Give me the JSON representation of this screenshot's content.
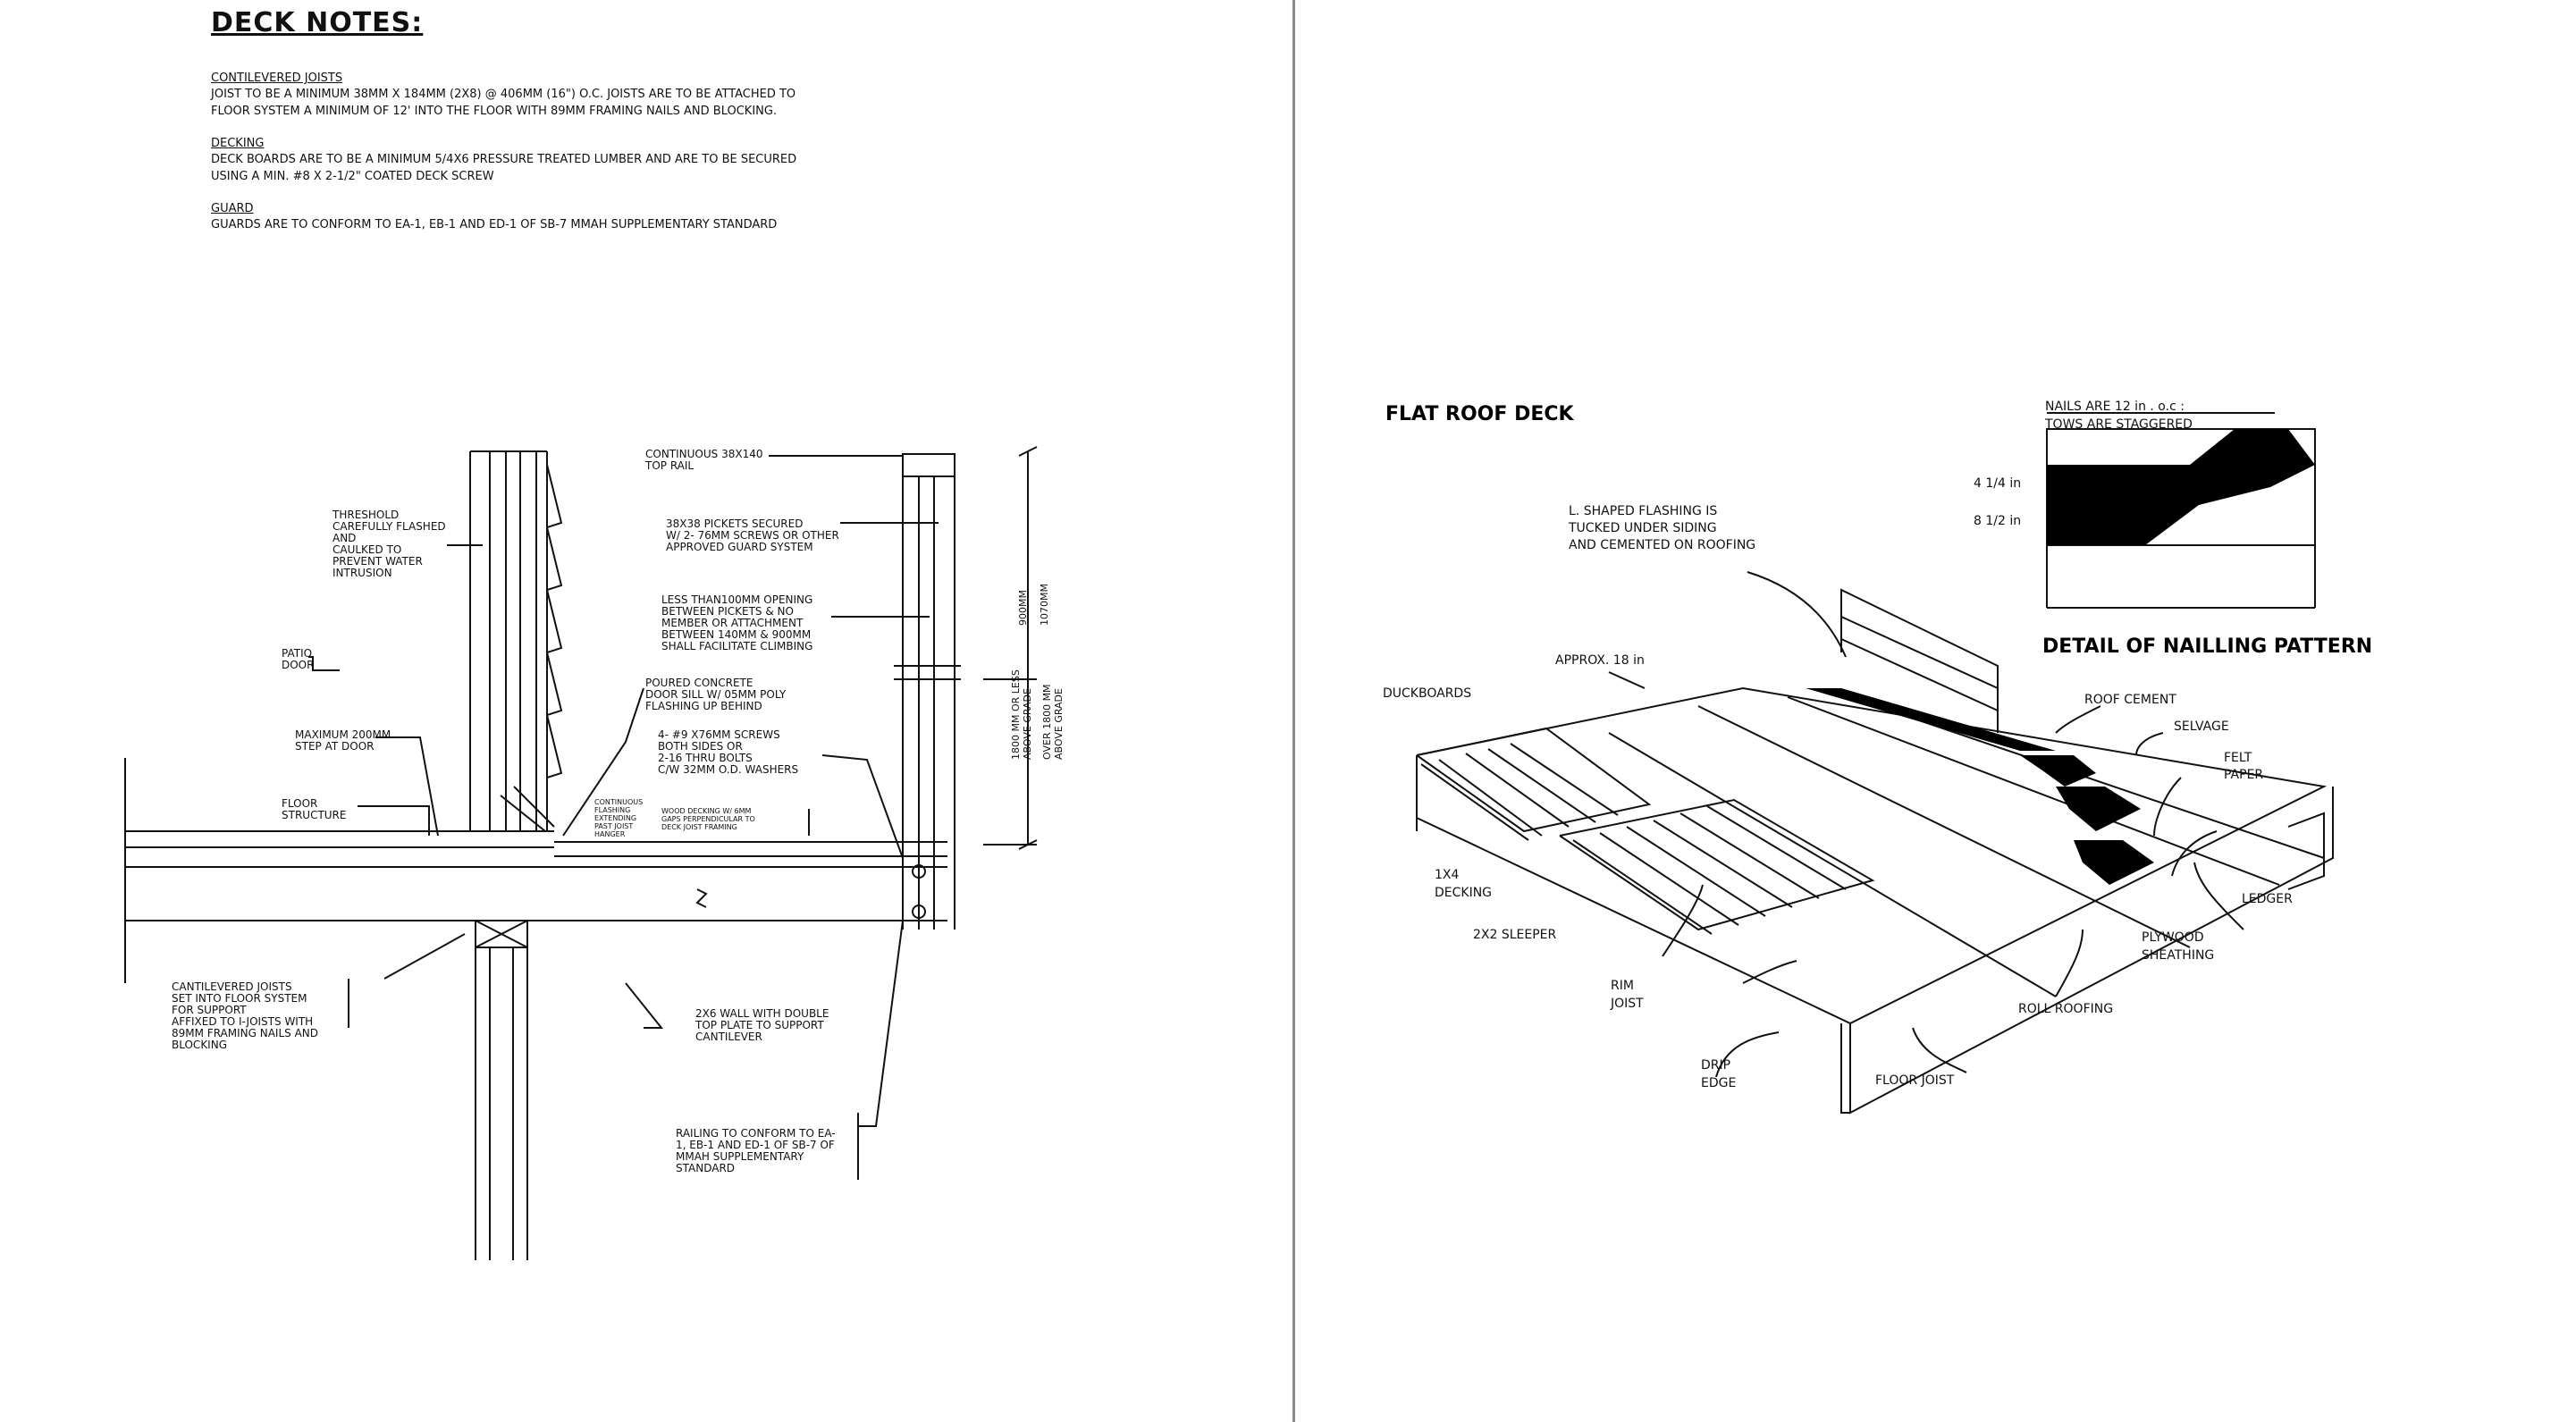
{
  "notes": {
    "title": "DECK NOTES:",
    "sections": [
      {
        "heading": "CONTILEVERED JOISTS",
        "body": "JOIST TO BE A MINIMUM 38MM X 184MM (2X8) @ 406MM (16\") O.C. JOISTS ARE TO BE ATTACHED TO FLOOR SYSTEM A MINIMUM OF 12' INTO THE FLOOR WITH 89MM FRAMING NAILS AND BLOCKING."
      },
      {
        "heading": "DECKING",
        "body": "DECK BOARDS ARE TO BE A MINIMUM 5/4X6 PRESSURE TREATED LUMBER AND ARE TO BE SECURED USING A MIN. #8 X 2-1/2\" COATED DECK SCREW"
      },
      {
        "heading": "GUARD",
        "body": "GUARDS ARE TO CONFORM TO EA-1, EB-1 AND ED-1 OF SB-7 MMAH SUPPLEMENTARY STANDARD"
      }
    ]
  },
  "section_labels": {
    "threshold": [
      "THRESHOLD",
      "CAREFULLY FLASHED",
      "AND",
      "CAULKED TO",
      "PREVENT WATER",
      "INTRUSION"
    ],
    "patio_door": [
      "PATIO",
      "DOOR"
    ],
    "max_step": [
      "MAXIMUM 200MM",
      "STEP AT DOOR"
    ],
    "floor_structure": [
      "FLOOR",
      "STRUCTURE"
    ],
    "top_rail": [
      "CONTINUOUS 38X140",
      "TOP RAIL"
    ],
    "pickets": [
      "38X38 PICKETS SECURED",
      "W/ 2- 76MM SCREWS OR OTHER",
      "APPROVED GUARD SYSTEM"
    ],
    "opening": [
      "LESS THAN100MM OPENING",
      "BETWEEN PICKETS & NO",
      "MEMBER OR ATTACHMENT",
      "BETWEEN 140MM & 900MM",
      "SHALL FACILITATE CLIMBING"
    ],
    "door_sill": [
      "POURED CONCRETE",
      "DOOR SILL W/ 05MM POLY",
      "FLASHING UP BEHIND"
    ],
    "screws": [
      "4- #9 X76MM SCREWS",
      "BOTH SIDES OR",
      "2-16 THRU BOLTS",
      "C/W 32MM O.D. WASHERS"
    ],
    "flashing_small": [
      "CONTINUOUS",
      "FLASHING",
      "EXTENDING",
      "PAST JOIST",
      "HANGER"
    ],
    "wood_decking": [
      "WOOD DECKING W/ 6MM",
      "GAPS PERPENDICULAR TO",
      "DECK JOIST FRAMING"
    ],
    "cantilevered": [
      "CANTILEVERED JOISTS",
      "SET INTO FLOOR SYSTEM",
      "FOR SUPPORT",
      "",
      "AFFIXED TO I-JOISTS WITH",
      "89MM FRAMING NAILS AND",
      "BLOCKING"
    ],
    "wall": [
      "2X6 WALL WITH DOUBLE",
      "TOP PLATE TO SUPPORT",
      "CANTILEVER"
    ],
    "railing": [
      "RAILING TO CONFORM TO EA-",
      "1, EB-1 AND ED-1 OF SB-7 OF",
      "MMAH SUPPLEMENTARY",
      "STANDARD"
    ],
    "dim_900": "900MM",
    "dim_1070": "1070MM",
    "dim_1800": [
      "1800 MM OR LESS",
      "ABOVE GRADE"
    ],
    "dim_over": [
      "OVER 1800 MM",
      "ABOVE GRADE"
    ]
  },
  "roof": {
    "title": "FLAT ROOF DECK",
    "flashing": [
      "L. SHAPED FLASHING IS",
      "TUCKED UNDER SIDING",
      "AND CEMENTED ON ROOFING"
    ],
    "approx": "APPROX. 18 in",
    "duckboards": "DUCKBOARDS",
    "roof_cement": "ROOF CEMENT",
    "selvage": "SELVAGE",
    "felt": [
      "FELT",
      "PAPER"
    ],
    "decking": [
      "1X4",
      "DECKING"
    ],
    "sleeper": "2X2 SLEEPER",
    "ledger": "LEDGER",
    "plywood": [
      "PLYWOOD",
      "SHEATHING"
    ],
    "rim": [
      "RIM",
      "JOIST"
    ],
    "roll": "ROLL ROOFING",
    "drip": [
      "DRIP",
      "EDGE"
    ],
    "floor_joist": "FLOOR JOIST"
  },
  "nailing": {
    "note": [
      "NAILS ARE 12 in . o.c :",
      "TOWS ARE STAGGERED"
    ],
    "dim_a": "4 1/4 in",
    "dim_b": "8 1/2 in",
    "title": "DETAIL OF NAILLING PATTERN"
  }
}
